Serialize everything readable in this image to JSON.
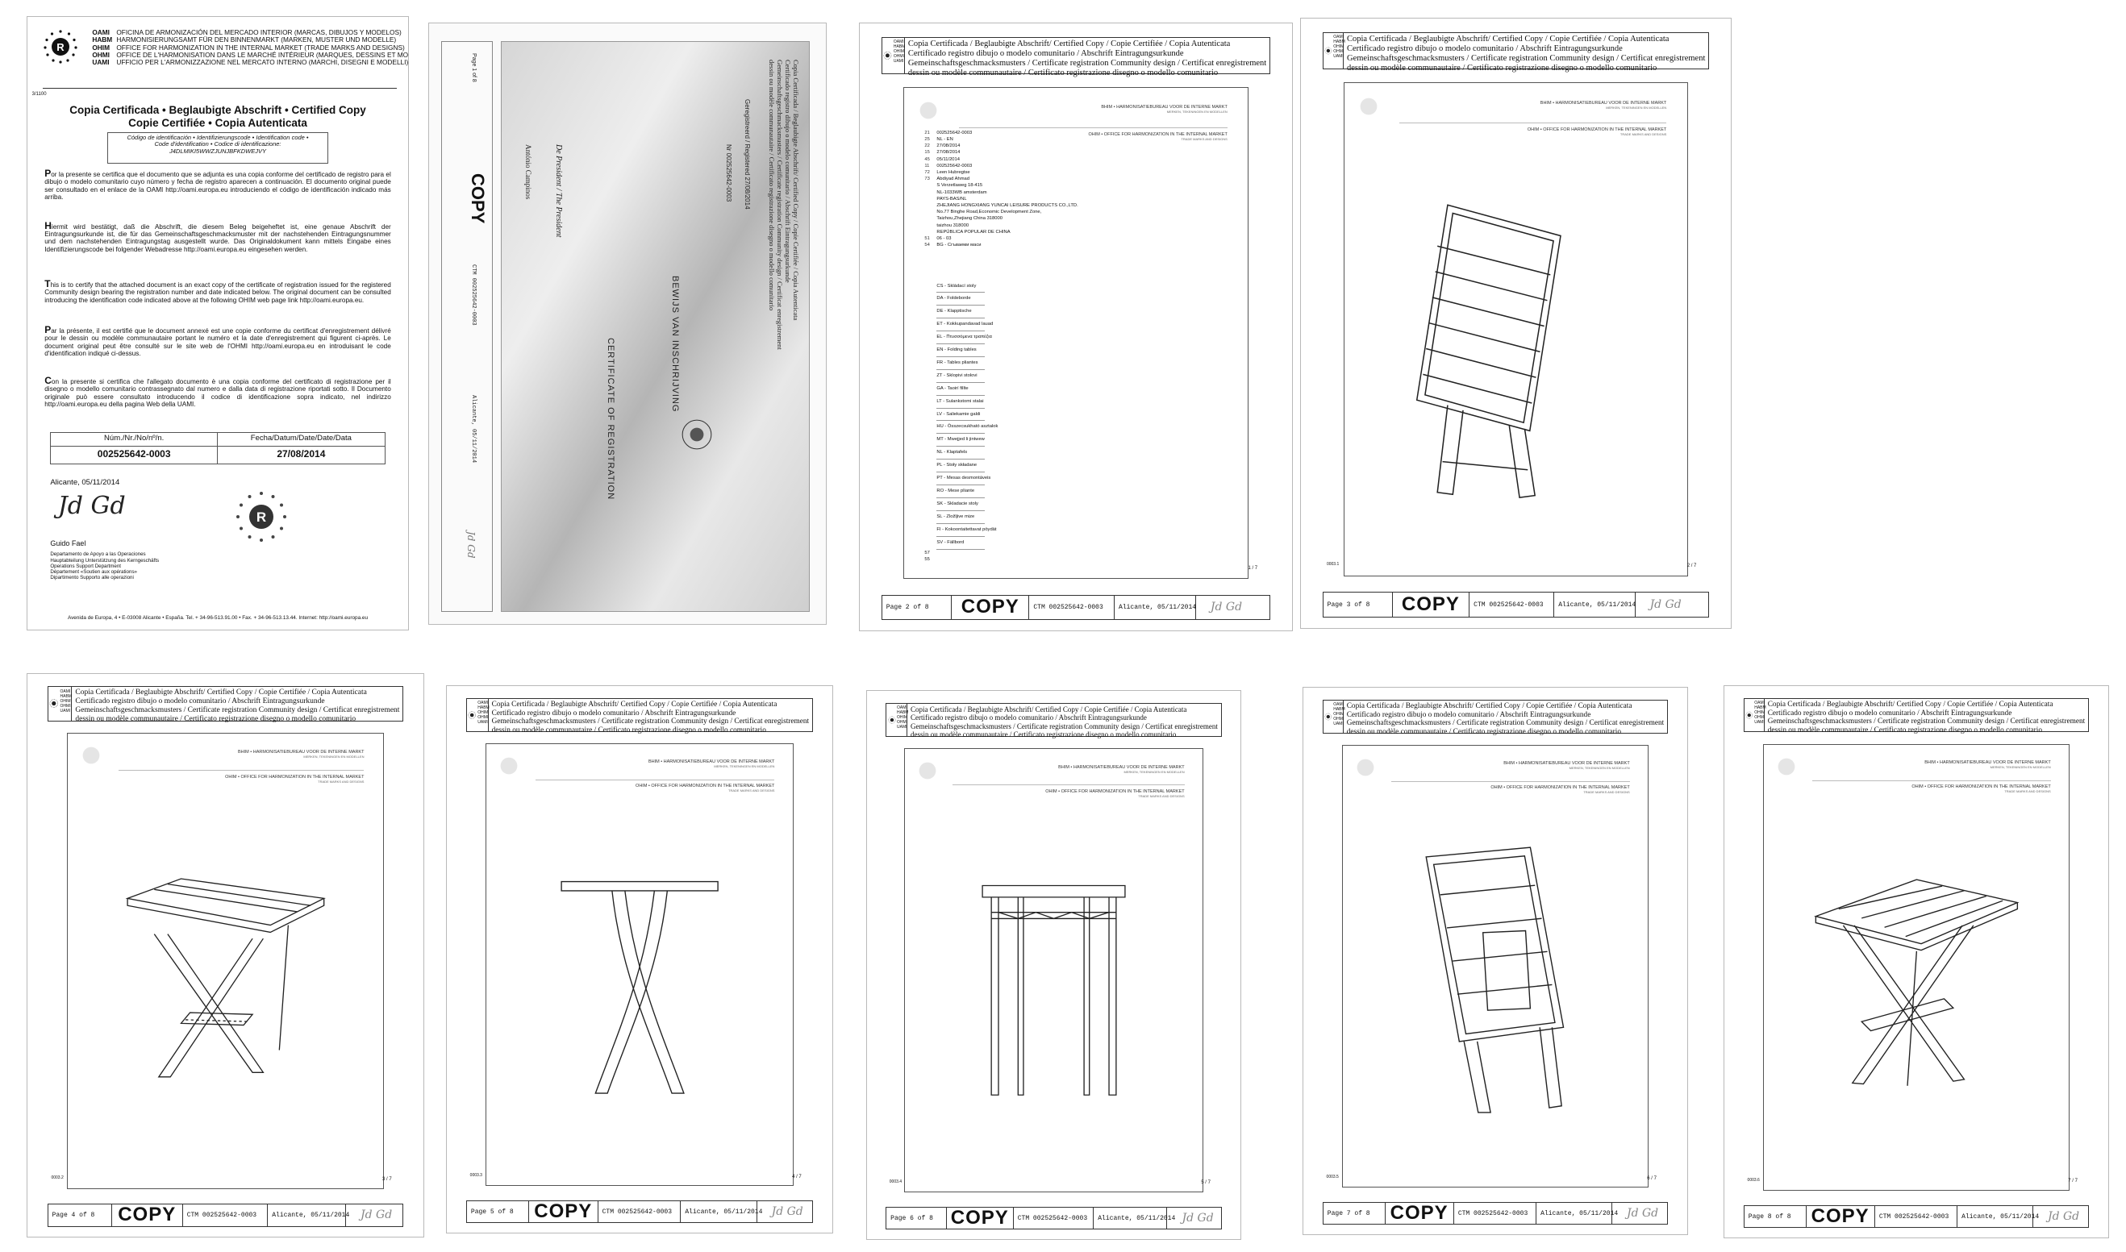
{
  "header_lines": [
    "Copia Certificada / Beglaubigte Abschrift/ Certified Copy / Copie Certifiée / Copia Autenticata",
    "Certificado registro dibujo o modelo comunitario / Abschrift Eintragungsurkunde",
    "Gemeinschaftsgeschmacksmusters / Certificate registration Community design / Certificat enregistrement",
    "dessin ou modèle communautaire / Certificato registrazione disegno o modello comunitario"
  ],
  "logo_abbr": [
    "OAMI",
    "HABM",
    "OHIM",
    "OHMI",
    "UAMI"
  ],
  "bhim_line": "BHIM • HARMONISATIEBUREAU VOOR DE INTERNE MARKT",
  "bhim_sub": "MERKEN, TEKENINGEN EN MODELLEN",
  "ohim_line": "OHIM • OFFICE FOR HARMONIZATION IN THE INTERNAL MARKET",
  "ohim_sub": "TRADE MARKS AND DESIGNS",
  "footer": {
    "copy": "COPY",
    "ctm": "CTM 002525642-0003",
    "alicante": "Alicante, 05/11/2014",
    "signature": "Jd Gd"
  },
  "page1": {
    "side_number": "3/1100",
    "office_lines": [
      {
        "abbr": "OAMI",
        "text": "OFICINA DE ARMONIZACIÓN DEL MERCADO INTERIOR (MARCAS, DIBUJOS Y MODELOS)"
      },
      {
        "abbr": "HABM",
        "text": "HARMONISIERUNGSAMT FÜR DEN BINNENMARKT (MARKEN, MUSTER UND MODELLE)"
      },
      {
        "abbr": "OHIM",
        "text": "OFFICE FOR HARMONIZATION IN THE INTERNAL MARKET (TRADE MARKS AND DESIGNS)"
      },
      {
        "abbr": "OHMI",
        "text": "OFFICE DE L'HARMONISATION DANS LE MARCHÉ INTÉRIEUR (MARQUES, DESSINS ET MODÈLES)"
      },
      {
        "abbr": "UAMI",
        "text": "UFFICIO PER L'ARMONIZZAZIONE NEL MERCATO INTERNO (MARCHI, DISEGNI E MODELLI)"
      }
    ],
    "title_line1": "Copia Certificada • Beglaubigte Abschrift • Certified Copy",
    "title_line2": "Copie Certifiée • Copia Autenticata",
    "id_box": [
      "Código de identificación • Identifizierungscode • Identification code •",
      "Code d'identification • Codice di identificazione: J4DLMIKI5WWZJUNJBFKDWEJVY"
    ],
    "paragraphs": [
      {
        "cap": "P",
        "text": "or la presente se certifica que el documento que se adjunta es una copia conforme del certificado de registro para el dibujo o modelo comunitario cuyo número y fecha de registro aparecen a continuación. El documento original puede ser consultado en el enlace de la OAMI http://oami.europa.eu introduciendo el código de identificación indicado más arriba."
      },
      {
        "cap": "H",
        "text": "iermit wird bestätigt, daß die Abschrift, die diesem Beleg beigeheftet ist, eine genaue Abschrift der Eintragungsurkunde ist, die für das Gemeinschaftsgeschmacksmuster mit der nachstehenden Eintragungsnummer und dem nachstehenden Eintragungstag ausgestellt wurde. Das Originaldokument kann mittels Eingabe eines Identifizierungscode bei folgender Webadresse http://oami.europa.eu eingesehen werden."
      },
      {
        "cap": "T",
        "text": "his is to certify that the attached document is an exact copy of the certificate of registration issued for the registered Community design bearing the registration number and date indicated below. The original document can be consulted introducing the identification code indicated above at the following OHIM web page link http://oami.europa.eu."
      },
      {
        "cap": "P",
        "text": "ar la présente, il est certifié que le document annexé est une copie conforme du certificat d'enregistrement délivré pour le dessin ou modèle communautaire portant le numéro et la date d'enregistrement qui figurent ci-après. Le document original peut être consulté sur le site web de l'OHMI http://oami.europa.eu en introduisant le code d'identification indiqué ci-dessus."
      },
      {
        "cap": "C",
        "text": "on la presente si certifica che l'allegato documento è una copia conforme del certificato di registrazione per il disegno o modello comunitario contrassegnato dal numero e dalla data di registrazione riportati sotto. Il Documento originale può essere consultato introducendo il codice di identificazione sopra indicato, nel indirizzo http://oami.europa.eu della pagina Web della UAMI."
      }
    ],
    "num_header": "Núm./Nr./No/nº/n.",
    "date_header": "Fecha/Datum/Date/Date/Data",
    "num_value": "002525642-0003",
    "date_value": "27/08/2014",
    "alicante": "Alicante, 05/11/2014",
    "signature": "Jd Gd",
    "signatory": "Guido Fael",
    "department_lines": [
      "Departamento de Apoyo a las Operaciones",
      "Hauptabteilung Unterstützung des Kerngeschäfts",
      "Operations Support Department",
      "Département «Soutien aux opérations»",
      "Dipartimento Supporto alle operazioni"
    ],
    "address": "Avenida de Europa, 4 • E-03008 Alicante • España. Tel. + 34-96-513.91.00 • Fax. + 34-96-513.13.44. Internet: http://oami.europa.eu"
  },
  "page2": {
    "page_of": "Page 1 of 8",
    "copy": "COPY",
    "ctm": "CTM 002525642-0003",
    "alicante": "Alicante, 05/11/2014",
    "registered": "Geregistreerd / Registered 27/08/2014",
    "number": "Nr 002525642-0003",
    "bewijs": "BEWIJS VAN INSCHRIJVING",
    "certificate": "CERTIFICATE OF REGISTRATION",
    "president": "De President / The President",
    "president_name": "António Campinos"
  },
  "page3": {
    "entries": [
      {
        "code": "21",
        "value": "002525642-0003"
      },
      {
        "code": "25",
        "value": "NL - EN"
      },
      {
        "code": "22",
        "value": "27/08/2014"
      },
      {
        "code": "15",
        "value": "27/08/2014"
      },
      {
        "code": "45",
        "value": "05/11/2014"
      },
      {
        "code": "11",
        "value": "002525642-0003"
      },
      {
        "code": "72",
        "value": "Leen Hubregtse"
      },
      {
        "code": "73",
        "value": "Abdiyad Ahmad"
      },
      {
        "code": "",
        "value": "S Verzetlaweg 18-415"
      },
      {
        "code": "",
        "value": "NL-1033WB amsterdam"
      },
      {
        "code": "",
        "value": "PAYS-BAS/NL"
      },
      {
        "code": "",
        "value": "ZHEJIANG HONGXIANG YUNCAI LEISURE PRODUCTS CO.,LTD."
      },
      {
        "code": "",
        "value": "No.77 Binghe Road,Economic Development Zone,"
      },
      {
        "code": "",
        "value": "Taizhou,Zhejiang China 318000"
      },
      {
        "code": "",
        "value": "taizhou 318000"
      },
      {
        "code": "",
        "value": "REPÚBLICA POPULAR DE CHINA"
      },
      {
        "code": "51",
        "value": "06 - 03"
      },
      {
        "code": "54",
        "value": "BG - Сгъваеми маси"
      }
    ],
    "languages": [
      "CS - Skládací stoly",
      "DA - Foldeborde",
      "DE - Klapptische",
      "ET - Kokkupandavad lauad",
      "EL - Πτυσσόμενα τραπέζια",
      "EN - Folding tables",
      "FR - Tables pliantes",
      "ZT - Sklopivi stolovi",
      "GA - Taoirí fillte",
      "LT - Sulankstomi stalai",
      "LV - Saliekamie galdi",
      "HU - Összecsukható asztalok",
      "MT - Mwejjed li jintwew",
      "NL - Klaptafels",
      "PL - Stoły składane",
      "PT - Mesas desmontáveis",
      "RO - Mese pliante",
      "SK - Skladacie stoly",
      "SL - Zložljive mize",
      "FI - Kokoontaitettavat pöydät",
      "SV - Fällbord"
    ],
    "code57": "57",
    "code55": "55",
    "page_ratio": "1 / 7",
    "page_of": "Page 2 of 8"
  },
  "pages": [
    {
      "page_of": "Page 3 of 8",
      "view_id": "0003.1",
      "ratio": "2 / 7"
    },
    {
      "page_of": "Page 4 of 8",
      "view_id": "0003.2",
      "ratio": "3 / 7"
    },
    {
      "page_of": "Page 5 of 8",
      "view_id": "0003.3",
      "ratio": "4 / 7"
    },
    {
      "page_of": "Page 6 of 8",
      "view_id": "0003.4",
      "ratio": "5 / 7"
    },
    {
      "page_of": "Page 7 of 8",
      "view_id": "0003.5",
      "ratio": "6 / 7"
    },
    {
      "page_of": "Page 8 of 8",
      "view_id": "0003.6",
      "ratio": "7 / 7"
    }
  ]
}
